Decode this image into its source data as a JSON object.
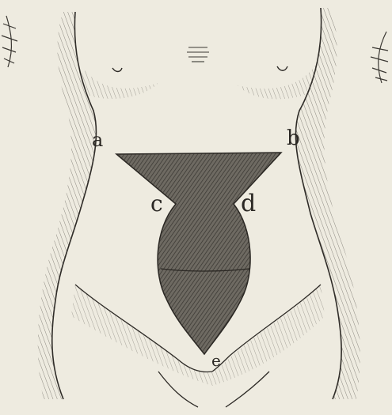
{
  "figure": {
    "labels": {
      "a": "a",
      "b": "b",
      "c": "c",
      "d": "d",
      "e": "e"
    },
    "colors": {
      "paper": "#eeebe0",
      "ink": "#2a2723",
      "shaded_region": "#5a5750"
    }
  }
}
